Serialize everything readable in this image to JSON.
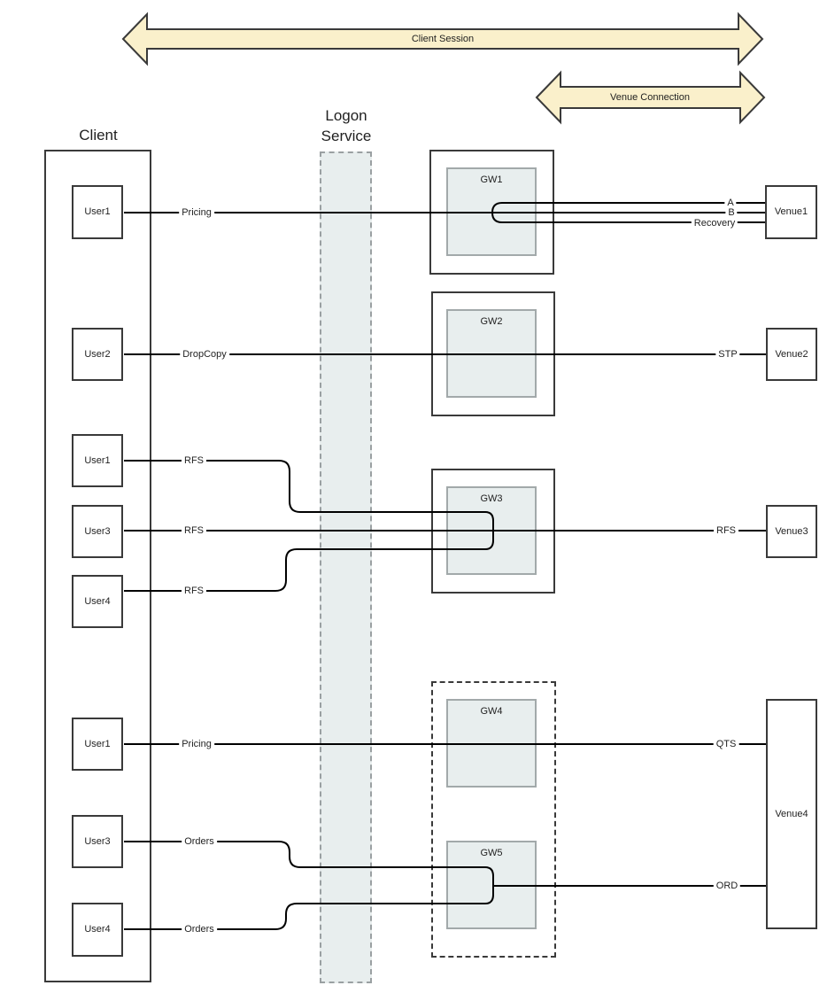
{
  "arrows": {
    "client_session": "Client Session",
    "venue_connection": "Venue Connection"
  },
  "client": {
    "title": "Client",
    "users": [
      {
        "label": "User1"
      },
      {
        "label": "User2"
      },
      {
        "label": "User1"
      },
      {
        "label": "User3"
      },
      {
        "label": "User4"
      },
      {
        "label": "User1"
      },
      {
        "label": "User3"
      },
      {
        "label": "User4"
      }
    ]
  },
  "logon_service": {
    "line1": "Logon",
    "line2": "Service"
  },
  "gateways": [
    {
      "label": "GW1"
    },
    {
      "label": "GW2"
    },
    {
      "label": "GW3"
    },
    {
      "label": "GW4"
    },
    {
      "label": "GW5"
    }
  ],
  "venues": [
    {
      "label": "Venue1"
    },
    {
      "label": "Venue2"
    },
    {
      "label": "Venue3"
    },
    {
      "label": "Venue4"
    }
  ],
  "session_links": [
    {
      "label": "Pricing"
    },
    {
      "label": "DropCopy"
    },
    {
      "label": "RFS"
    },
    {
      "label": "RFS"
    },
    {
      "label": "RFS"
    },
    {
      "label": "Pricing"
    },
    {
      "label": "Orders"
    },
    {
      "label": "Orders"
    }
  ],
  "venue_links": [
    {
      "label": "A"
    },
    {
      "label": "B"
    },
    {
      "label": "Recovery"
    },
    {
      "label": "STP"
    },
    {
      "label": "RFS"
    },
    {
      "label": "QTS"
    },
    {
      "label": "ORD"
    }
  ],
  "colors": {
    "arrow_fill": "#faf0cb",
    "arrow_stroke": "#3a3a3a",
    "panel_fill": "#e8eeee",
    "panel_stroke": "#a2a9aa",
    "box_stroke": "#3a3a3a",
    "connector": "#000000"
  }
}
